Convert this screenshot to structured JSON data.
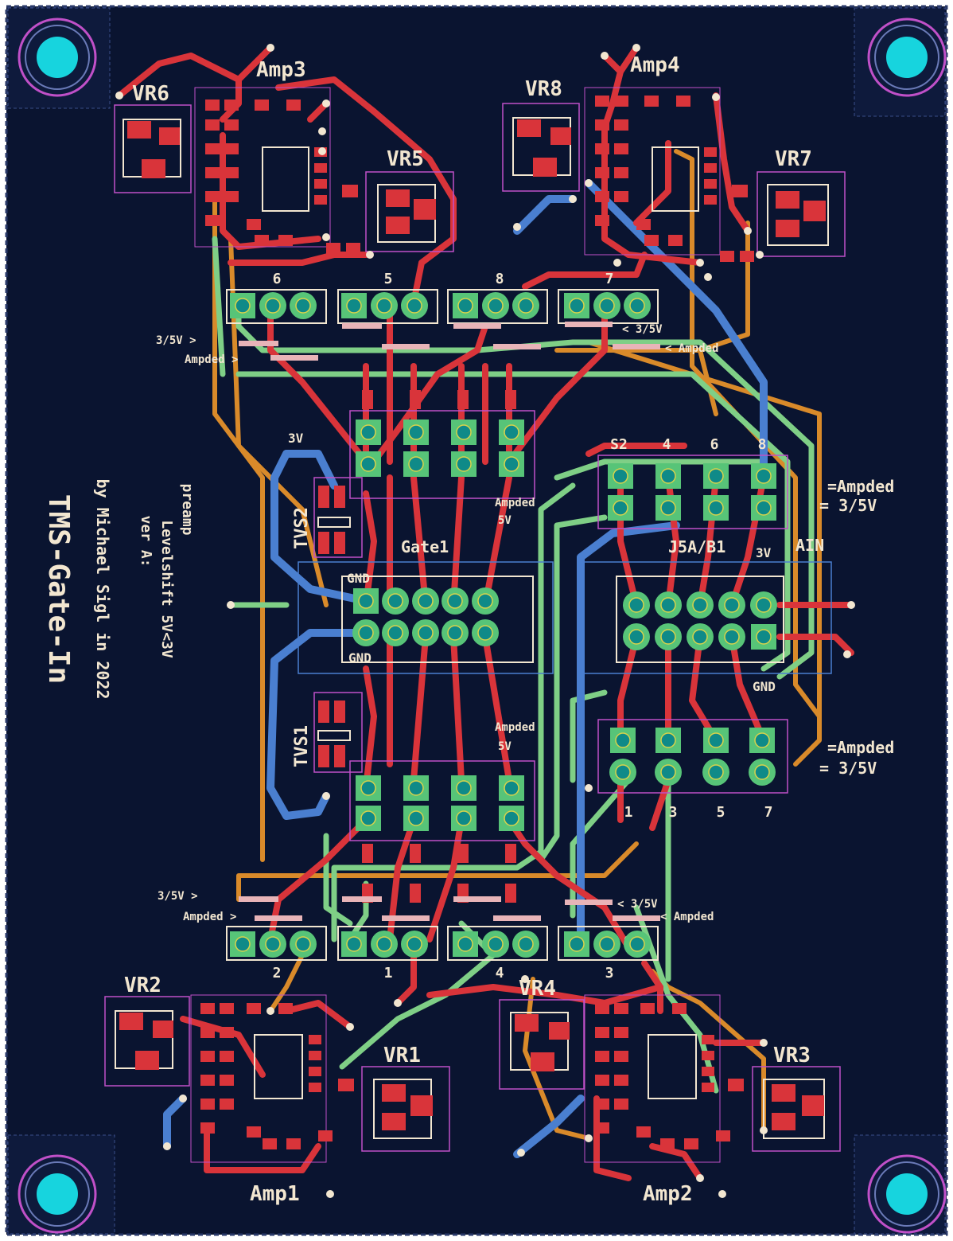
{
  "board": {
    "title": "TMS-Gate-In",
    "author": "by Michael Sigl in 2022",
    "version": "ver A:",
    "desc1": "Levelshift 5V<3V",
    "desc2": "preamp"
  },
  "colors": {
    "background": "#0a1430",
    "red_trace": "#d9343a",
    "green_trace": "#7fcf86",
    "blue_trace": "#4a7fd0",
    "orange_trace": "#d98a2a",
    "silk": "#f2e6d0",
    "pad": "#57c478",
    "drill": "#0f8a88",
    "mount": "#17d4de",
    "outline": "#c050c8"
  },
  "components": {
    "amp1": "Amp1",
    "amp2": "Amp2",
    "amp3": "Amp3",
    "amp4": "Amp4",
    "vr1": "VR1",
    "vr2": "VR2",
    "vr3": "VR3",
    "vr4": "VR4",
    "vr5": "VR5",
    "vr6": "VR6",
    "vr7": "VR7",
    "vr8": "VR8",
    "tvs1": "TVS1",
    "tvs2": "TVS2",
    "gate1": "Gate1",
    "j5": "J5A/B1",
    "ain": "AIN",
    "gnd": "GND",
    "v3": "3V"
  },
  "headers_top": [
    "6",
    "5",
    "8",
    "7"
  ],
  "headers_bottom": [
    "2",
    "1",
    "4",
    "3"
  ],
  "j5_top_labels": [
    "S2",
    "4",
    "6",
    "8"
  ],
  "j5_bottom_labels": [
    "1",
    "3",
    "5",
    "7"
  ],
  "net_labels": {
    "ampded_r1": "=Ampded",
    "v35_r1": "= 3/5V",
    "ampded_r2": "=Ampded",
    "v35_r2": "= 3/5V",
    "tl_v35": "3/5V >",
    "tl_ampded": "Ampded >",
    "tr_v35": "< 3/5V",
    "tr_ampded": "< Ampded",
    "bl_v35": "3/5V >",
    "bl_ampded": "Ampded >",
    "br_v35": "< 3/5V",
    "br_ampded": "< Ampded",
    "m_ampded": "Ampded",
    "m_v5": "5V",
    "tvs_3v": "3V"
  }
}
